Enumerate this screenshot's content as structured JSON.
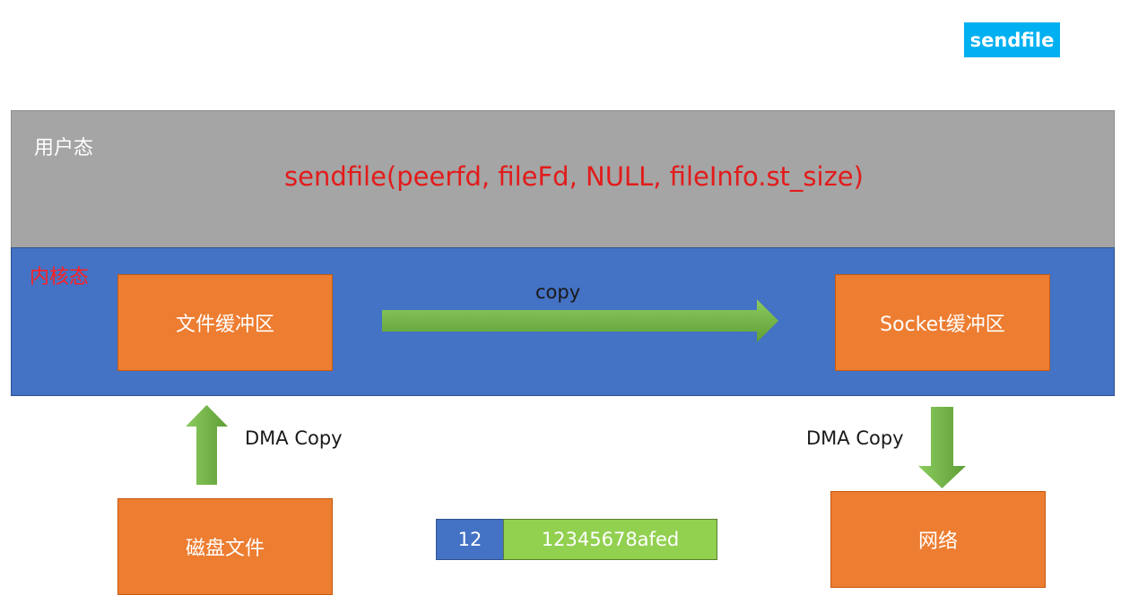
{
  "tag": {
    "label": "sendfile"
  },
  "user_space": {
    "label": "用户态",
    "call": "sendfile(peerfd, fileFd, NULL, fileInfo.st_size)"
  },
  "kernel_space": {
    "label": "内核态"
  },
  "file_buffer": {
    "label": "文件缓冲区"
  },
  "socket_buffer": {
    "label": "Socket缓冲区"
  },
  "copy_arrow": {
    "label": "copy"
  },
  "dma_in": {
    "label": "DMA Copy"
  },
  "dma_out": {
    "label": "DMA Copy"
  },
  "disk_file": {
    "label": "磁盘文件"
  },
  "network": {
    "label": "网络"
  },
  "buffer_record": {
    "length": "12",
    "payload": "12345678afed"
  },
  "colors": {
    "user_band": "#A5A5A5",
    "kernel_band": "#4472C4",
    "box": "#ED7D31",
    "arrow": "#70AD47",
    "call_text": "#E31B1B",
    "tag": "#00B0F0"
  }
}
